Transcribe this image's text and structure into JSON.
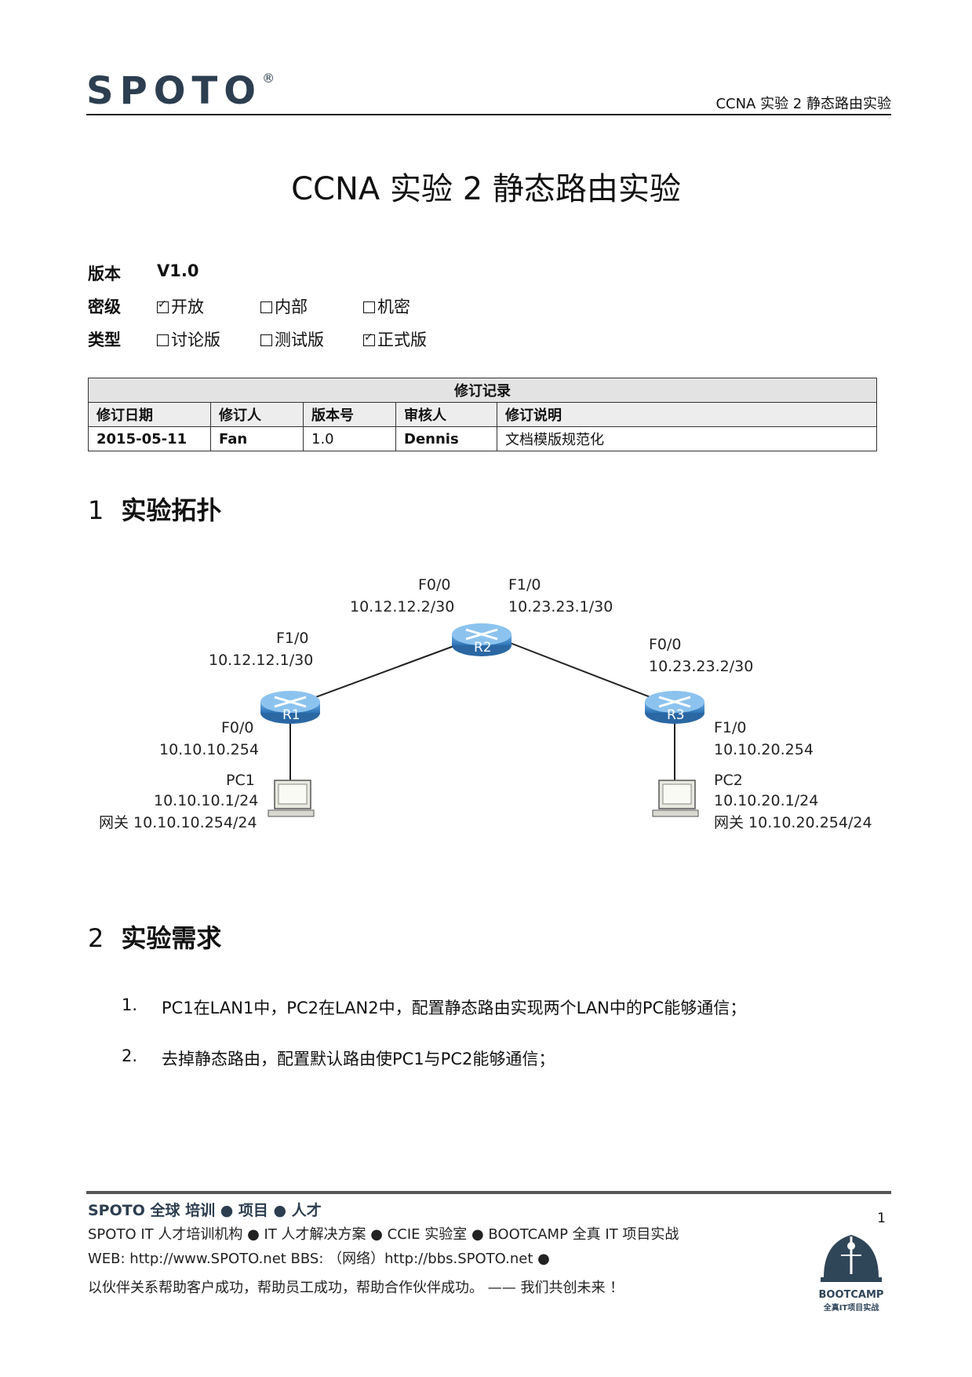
{
  "header": {
    "logo": "SPOTO",
    "logo_mark": "®",
    "running_title": "CCNA 实验 2  静态路由实验"
  },
  "title": "CCNA 实验 2  静态路由实验",
  "meta": {
    "version_label": "版本",
    "version_value": "V1.0",
    "secrecy_label": "密级",
    "secrecy_options": [
      "开放",
      "内部",
      "机密"
    ],
    "type_label": "类型",
    "type_options": [
      "讨论版",
      "测试版",
      "正式版"
    ]
  },
  "revision_table": {
    "caption": "修订记录",
    "columns": [
      "修订日期",
      "修订人",
      "版本号",
      "审核人",
      "修订说明"
    ],
    "rows": [
      [
        "2015-05-11",
        "Fan",
        "1.0",
        "Dennis",
        "文档模版规范化"
      ]
    ]
  },
  "section1": {
    "num": "1",
    "title": "实验拓扑"
  },
  "topology": {
    "r2_f00": "F0/0",
    "r2_f00_ip": "10.12.12.2/30",
    "r2_f10": "F1/0",
    "r2_f10_ip": "10.23.23.1/30",
    "r1_f10": "F1/0",
    "r1_f10_ip": "10.12.12.1/30",
    "r3_f00": "F0/0",
    "r3_f00_ip": "10.23.23.2/30",
    "r1_f00": "F0/0",
    "r1_f00_ip": "10.10.10.254",
    "r3_f10": "F1/0",
    "r3_f10_ip": "10.10.20.254",
    "pc1": "PC1",
    "pc1_ip": "10.10.10.1/24",
    "pc1_gw": "网关 10.10.10.254/24",
    "pc2": "PC2",
    "pc2_ip": "10.10.20.1/24",
    "pc2_gw": "网关 10.10.20.254/24",
    "r1": "R1",
    "r2": "R2",
    "r3": "R3"
  },
  "section2": {
    "num": "2",
    "title": "实验需求"
  },
  "requirements": [
    {
      "num": "1.",
      "text": "PC1在LAN1中，PC2在LAN2中，配置静态路由实现两个LAN中的PC能够通信；"
    },
    {
      "num": "2.",
      "text": "去掉静态路由，配置默认路由使PC1与PC2能够通信；"
    }
  ],
  "footer": {
    "slogan": "SPOTO 全球  培训 ● 项目 ● 人才",
    "line2": "SPOTO IT 人才培训机构   ●   IT 人才解决方案   ●   CCIE 实验室   ●   BOOTCAMP  全真 IT 项目实战",
    "line3": "WEB: http://www.SPOTO.net     BBS: （网络）http://bbs.SPOTO.net   ●",
    "line4": "以伙伴关系帮助客户成功，帮助员工成功，帮助合作伙伴成功。   ——   我们共创未来  ！",
    "page": "1",
    "bootcamp_title": "BOOTCAMP",
    "bootcamp_sub": "全真IT项目实战"
  },
  "colors": {
    "router": "#3d86c6",
    "logo": "#2c3e50"
  }
}
